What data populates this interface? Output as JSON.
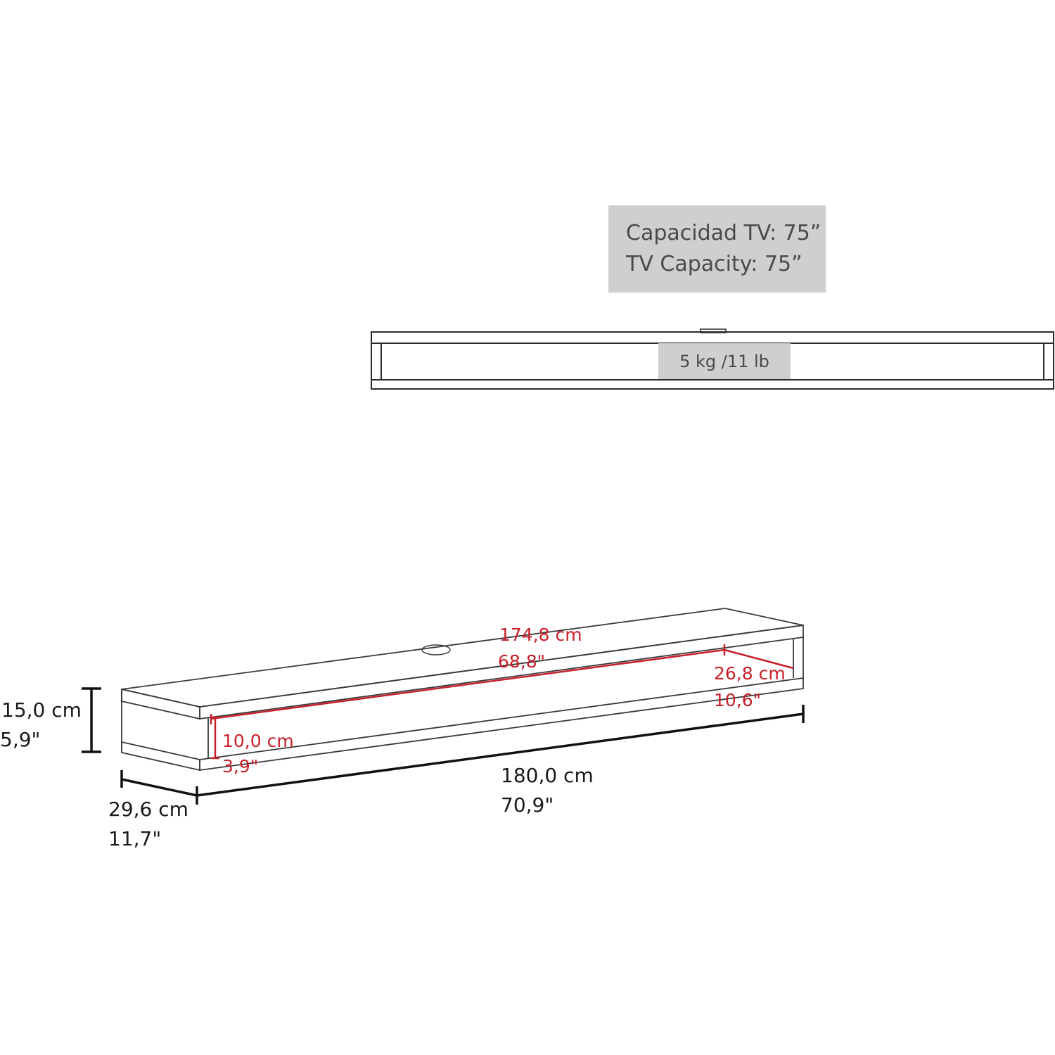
{
  "tv_capacity": {
    "es": "Capacidad TV: 75”",
    "en": "TV Capacity: 75”"
  },
  "shelf_load": "5 kg /11 lb",
  "dimensions": {
    "height": {
      "cm": "15,0 cm",
      "in": "5,9\""
    },
    "depth": {
      "cm": "29,6 cm",
      "in": "11,7\""
    },
    "width": {
      "cm": "180,0 cm",
      "in": "70,9\""
    },
    "inner_width": {
      "cm": "174,8 cm",
      "in": "68,8\""
    },
    "inner_depth": {
      "cm": "26,8 cm",
      "in": "10,6\""
    },
    "inner_height": {
      "cm": "10,0 cm",
      "in": "3,9\""
    }
  },
  "colors": {
    "line": "#1a1a1a",
    "dimension_red": "#c8202a",
    "label_box": "#cfcfcf",
    "label_text": "#4a4a4a"
  }
}
